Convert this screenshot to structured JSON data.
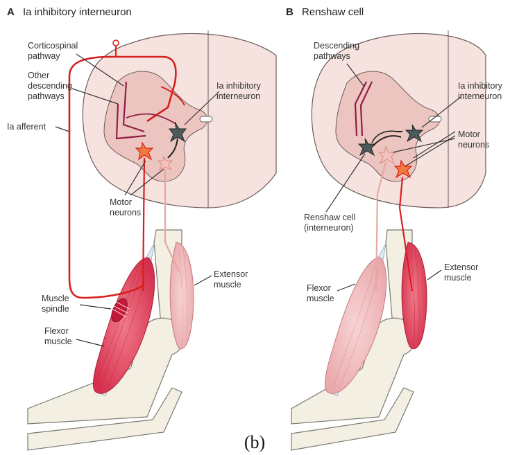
{
  "panels": {
    "a": {
      "letter": "A",
      "title": "Ia inhibitory interneuron",
      "labels": {
        "corticospinal_1": "Corticospinal",
        "corticospinal_2": "pathway",
        "other_1": "Other",
        "other_2": "descending",
        "other_3": "pathways",
        "ia_afferent": "Ia afferent",
        "ia_inhib_1": "Ia inhibitory",
        "ia_inhib_2": "interneuron",
        "motor_1": "Motor",
        "motor_2": "neurons",
        "extensor_1": "Extensor",
        "extensor_2": "muscle",
        "spindle_1": "Muscle",
        "spindle_2": "spindle",
        "flexor_1": "Flexor",
        "flexor_2": "muscle"
      }
    },
    "b": {
      "letter": "B",
      "title": "Renshaw cell",
      "labels": {
        "descending_1": "Descending",
        "descending_2": "pathways",
        "ia_inhib_1": "Ia inhibitory",
        "ia_inhib_2": "interneuron",
        "motor_1": "Motor",
        "motor_2": "neurons",
        "renshaw_1": "Renshaw cell",
        "renshaw_2": "(interneuron)",
        "extensor_1": "Extensor",
        "extensor_2": "muscle",
        "flexor_1": "Flexor",
        "flexor_2": "muscle"
      }
    }
  },
  "caption": "(b)",
  "colors": {
    "cord_outer": "#f6e3df",
    "grey_matter": "#ecc5c0",
    "afferent_red": "#d81e1e",
    "descending_maroon": "#8e1c45",
    "interneuron_dark": "#4b5a5a",
    "motor_light": "#e8a79f",
    "flexor_muscle": "#e0405a",
    "bone": "#f3efe3"
  }
}
